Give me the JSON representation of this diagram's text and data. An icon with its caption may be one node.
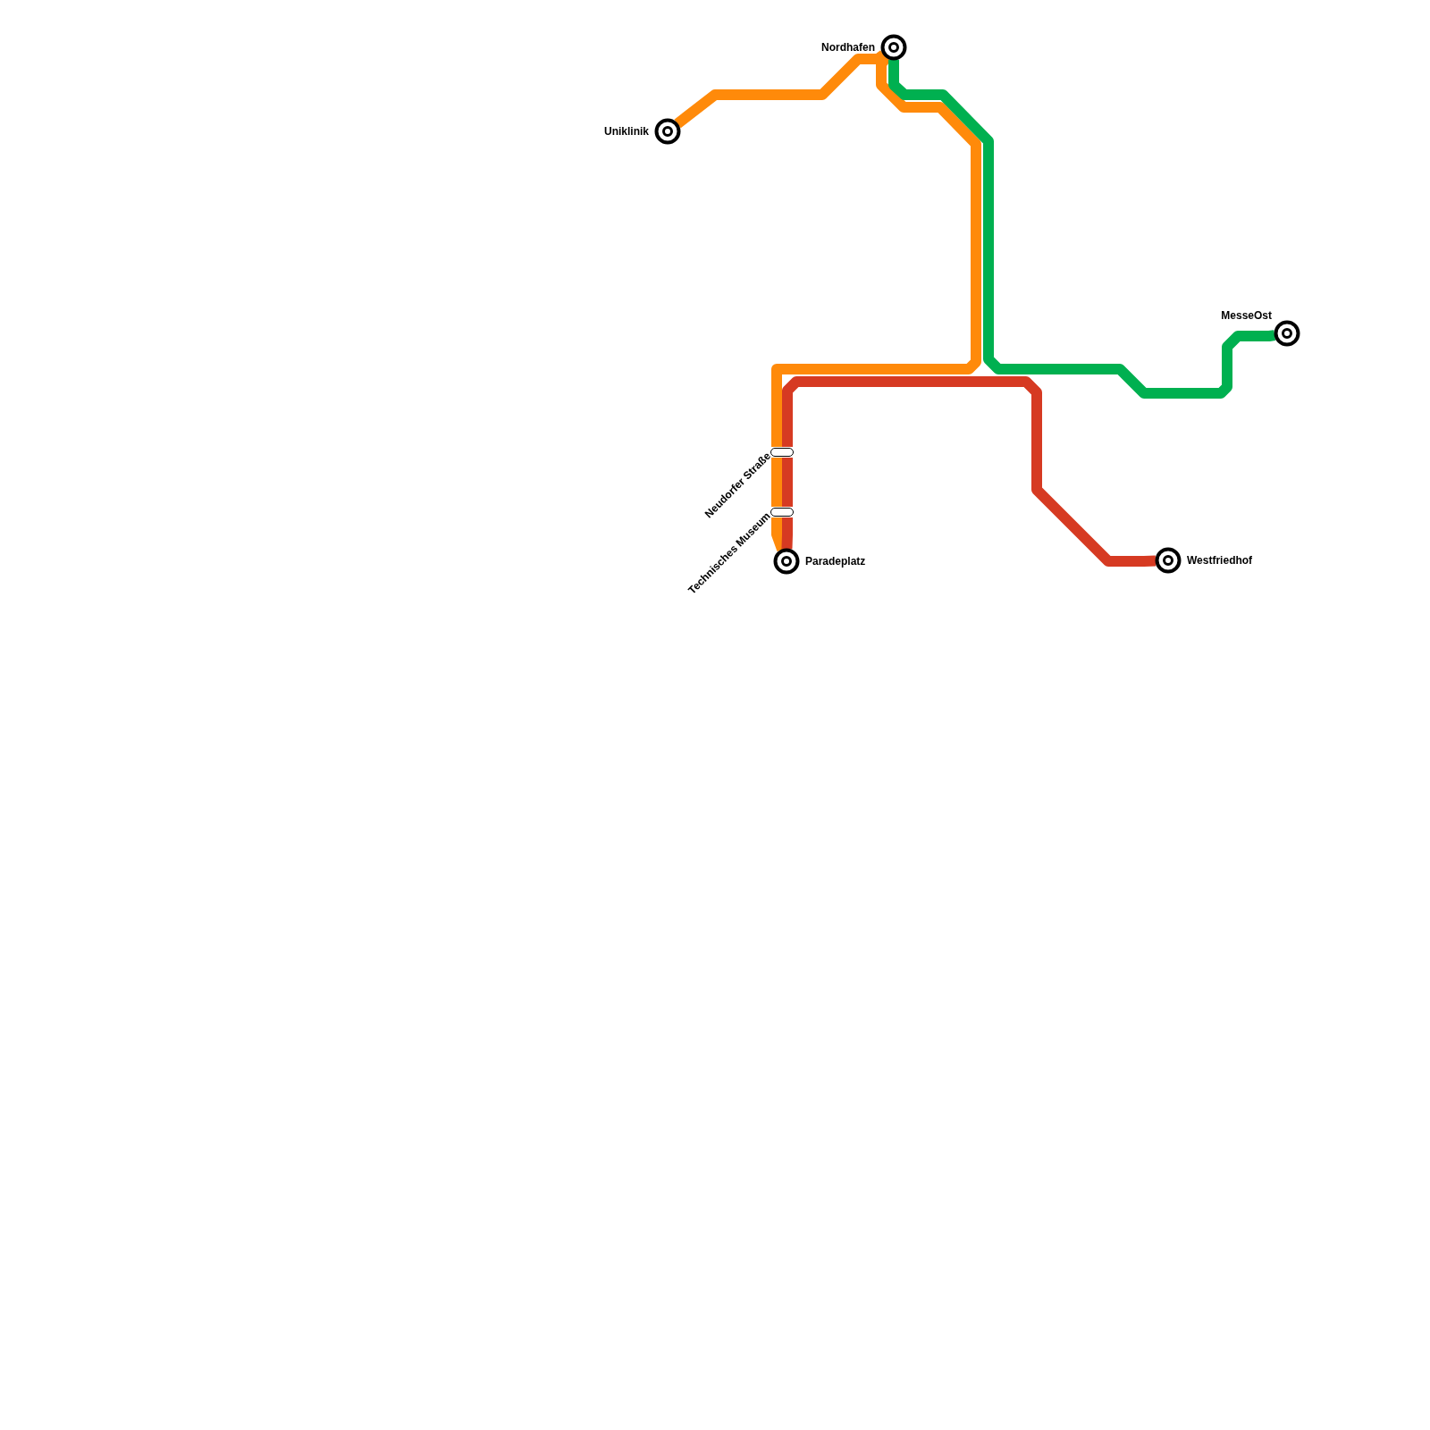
{
  "diagram": {
    "nodes": [
      {
        "text": [
          "Nordhafen"
        ]
      },
      {
        "text": [
          "Uniklinik"
        ]
      },
      {
        "text": [
          "MesseOst"
        ]
      },
      {
        "text": [
          "Neudorfer Straße"
        ]
      },
      {
        "text": [
          "Technisches Museum"
        ]
      },
      {
        "text": [
          "Paradeplatz"
        ]
      },
      {
        "text": [
          "Westfriedhof"
        ]
      }
    ],
    "edges": [
      {
        "from": 1,
        "to": 0,
        "arrow": "none",
        "color": "#ff8a0a"
      },
      {
        "from": 0,
        "to": 3,
        "arrow": "none",
        "color": "#ff8a0a"
      },
      {
        "from": 3,
        "to": 4,
        "arrow": "none",
        "color": "#ff8a0a"
      },
      {
        "from": 4,
        "to": 5,
        "arrow": "none",
        "color": "#ff8a0a"
      },
      {
        "from": 0,
        "to": 2,
        "arrow": "none",
        "color": "#00b050"
      },
      {
        "from": 5,
        "to": 4,
        "arrow": "none",
        "color": "#d63a22"
      },
      {
        "from": 4,
        "to": 3,
        "arrow": "none",
        "color": "#d63a22"
      },
      {
        "from": 3,
        "to": 6,
        "arrow": "none",
        "color": "#d63a22"
      }
    ]
  }
}
